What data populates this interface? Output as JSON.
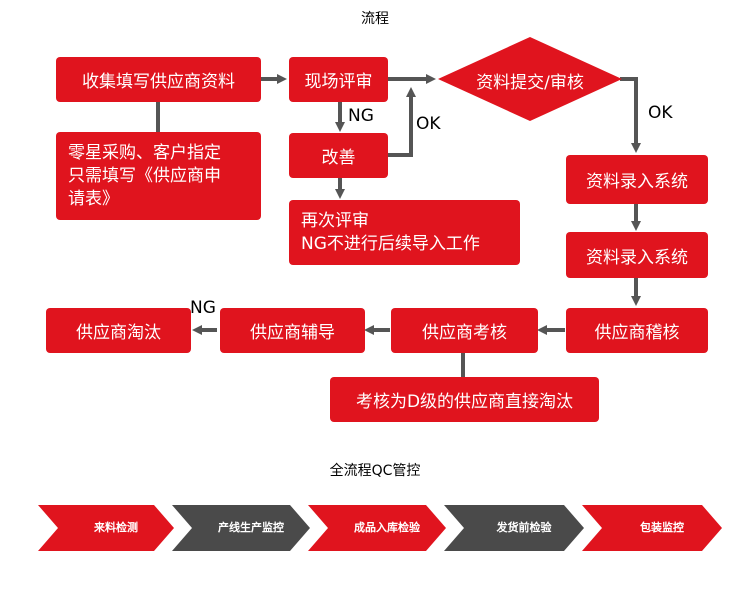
{
  "flow": {
    "title": "流程",
    "collect": "收集填写供应商资料",
    "note_lines": [
      "零星采购、客户指定",
      "只需填写《供应商申",
      "请表》"
    ],
    "onsite_review": "现场评审",
    "improve": "改善",
    "re_review_lines": [
      "再次评审",
      "NG不进行后续导入工作"
    ],
    "submit_review": "资料提交/审核",
    "entry1": "资料录入系统",
    "entry2": "资料录入系统",
    "audit": "供应商稽核",
    "assess": "供应商考核",
    "coach": "供应商辅导",
    "eliminate": "供应商淘汰",
    "d_level_note": "考核为D级的供应商直接淘汰",
    "labels": {
      "ng1": "NG",
      "ok1": "OK",
      "ok2": "OK",
      "ng2": "NG"
    }
  },
  "qc": {
    "title": "全流程QC管控",
    "steps": [
      "来料检测",
      "产线生产监控",
      "成品入库检验",
      "发货前检验",
      "包装监控"
    ]
  },
  "colors": {
    "red": "#e0141e",
    "gray": "#555555",
    "dark": "#4a4a4a"
  }
}
